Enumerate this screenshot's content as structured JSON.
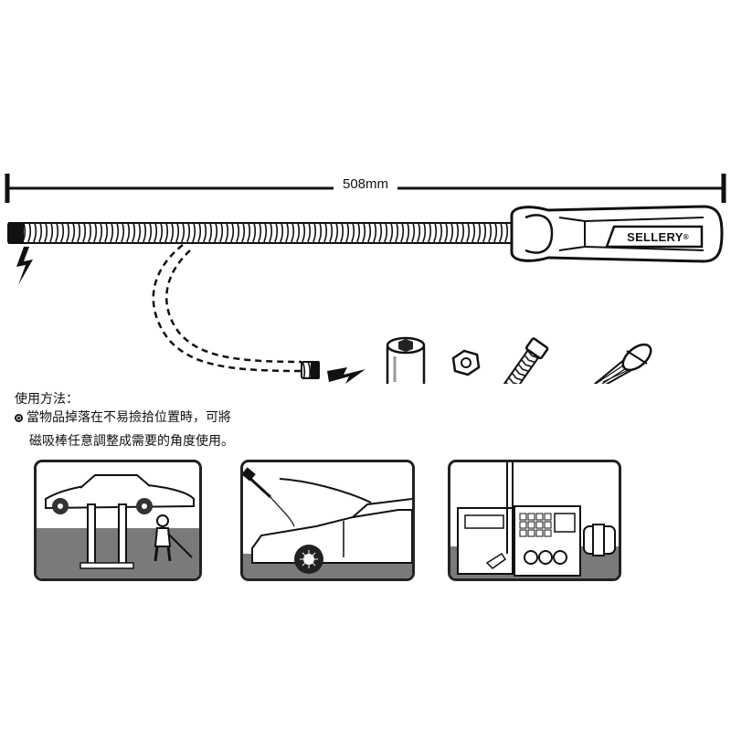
{
  "dimension": {
    "label": "508mm"
  },
  "brand": {
    "name": "SELLERY",
    "registered_mark": "®"
  },
  "usage": {
    "title": "使用方法：",
    "line1": "當物品掉落在不易撿拾位置時，可將",
    "line2": "磁吸棒任意調整成需要的角度使用。"
  },
  "colors": {
    "ink": "#111111",
    "ground": "#7a7a7a",
    "background": "#ffffff"
  },
  "icons": [
    "lightning-icon",
    "socket-icon",
    "hex-nut-icon",
    "bolt-icon",
    "screw-icon",
    "car-lift-scene",
    "engine-bay-scene",
    "machine-scene"
  ]
}
